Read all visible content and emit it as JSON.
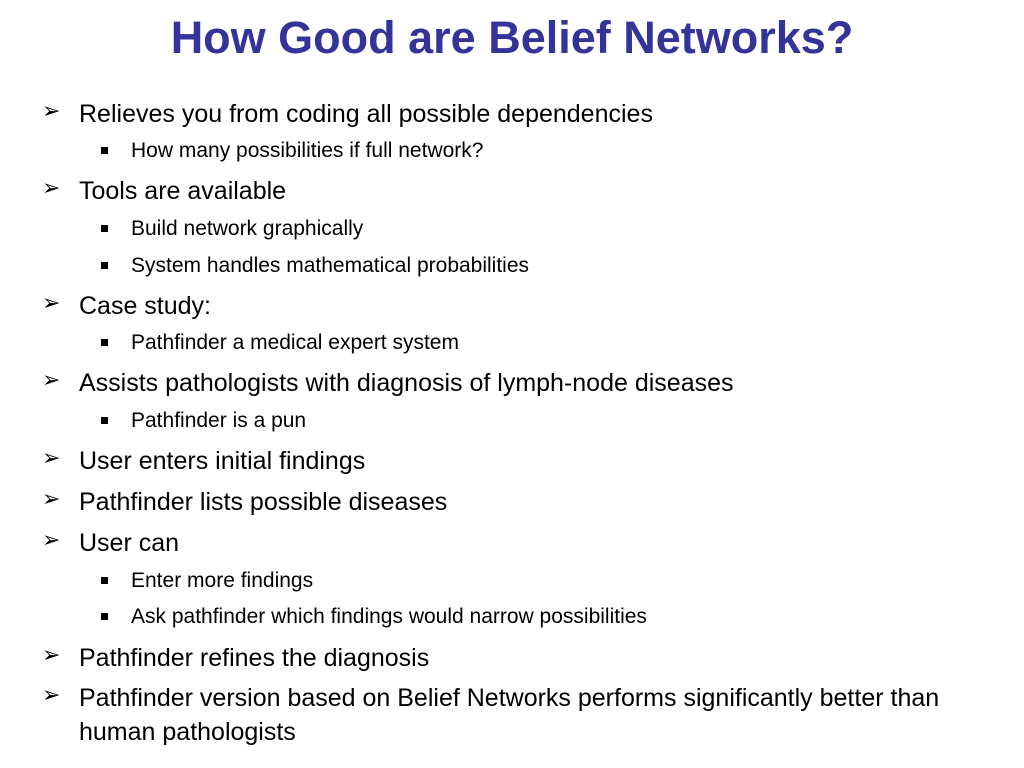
{
  "slide": {
    "title": "How Good are Belief Networks?",
    "bullets": [
      {
        "level": 1,
        "text": "Relieves you from coding all possible dependencies"
      },
      {
        "level": 2,
        "text": "How many possibilities if full network?"
      },
      {
        "level": 1,
        "text": "Tools are available"
      },
      {
        "level": 2,
        "text": "Build network graphically"
      },
      {
        "level": 2,
        "text": "System handles mathematical probabilities"
      },
      {
        "level": 1,
        "text": "Case study:"
      },
      {
        "level": 2,
        "text": "Pathfinder a medical expert system"
      },
      {
        "level": 1,
        "text": "Assists pathologists with diagnosis of lymph-node diseases"
      },
      {
        "level": 2,
        "text": "Pathfinder is a pun"
      },
      {
        "level": 1,
        "text": "User enters initial findings"
      },
      {
        "level": 1,
        "text": "Pathfinder lists possible diseases"
      },
      {
        "level": 1,
        "text": "User can"
      },
      {
        "level": 2,
        "text": "Enter more findings"
      },
      {
        "level": 2,
        "text": "Ask pathfinder which findings would narrow possibilities"
      },
      {
        "level": 1,
        "text": "Pathfinder refines the diagnosis"
      },
      {
        "level": 1,
        "text": "Pathfinder version based on Belief Networks performs significantly better than human pathologists"
      }
    ],
    "title_color": "#333399",
    "level1_marker_icon": "arrowhead-bullet-icon",
    "level2_marker_icon": "square-bullet-icon"
  }
}
